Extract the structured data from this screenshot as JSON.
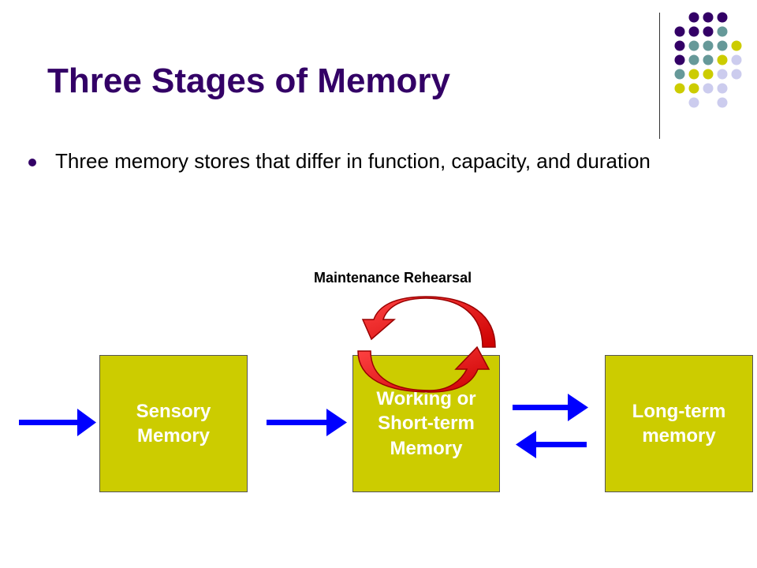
{
  "slide": {
    "title": "Three Stages of Memory",
    "bullet": "Three memory stores that differ in function, capacity, and duration"
  },
  "diagram": {
    "loop_label": "Maintenance Rehearsal",
    "boxes": {
      "sensory": "Sensory\nMemory",
      "working": "Working or\nShort-term\nMemory",
      "long_term": "Long-term\nmemory"
    }
  },
  "colors": {
    "title": "#330066",
    "box_fill": "#cccc00",
    "arrow_blue": "#0000ff",
    "rehearsal_red": "#cc0000",
    "dot_purple": "#330066",
    "dot_teal": "#669999",
    "dot_yellow": "#cccc00",
    "dot_lavender": "#ccccee"
  }
}
